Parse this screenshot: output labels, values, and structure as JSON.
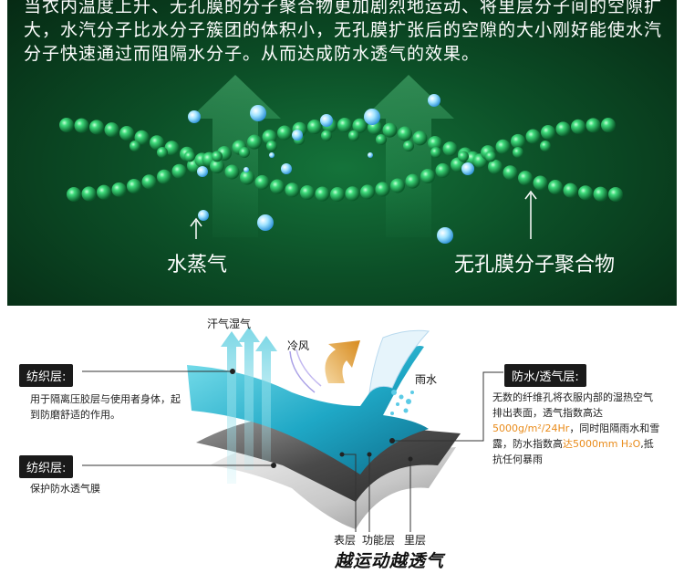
{
  "intro_lines": [
    "当衣内温度上升、无孔膜的分子聚合物更加剧烈地运动、将里层分子间的空隙扩",
    "大，水汽分子比水分子簇团的体积小，无孔膜扩张后的空隙的大小刚好能使水汽",
    "分子快速通过而阻隔水分子。从而达成防水透气的效果。"
  ],
  "labels": {
    "water_vapor": "水蒸气",
    "polymer": "无孔膜分子聚合物",
    "sweat": "汗气湿气",
    "cold_wind": "冷风",
    "rain": "雨水",
    "outer": "表层",
    "function": "功能层",
    "inner": "里层"
  },
  "left_box_1": {
    "title": "纺织层:",
    "desc": "用于隔离压胶层与使用者身体，起到防磨舒适的作用。"
  },
  "left_box_2": {
    "title": "纺织层:",
    "desc": "保护防水透气膜"
  },
  "right_box": {
    "title": "防水/透气层:",
    "desc_1": "无数的纤维孔将衣服内部的湿热空气排出表面，透气指数高达",
    "highlight_1": "5000g/m²/24Hr",
    "desc_2": "，同时阻隔雨水和雪露，防水指数高",
    "highlight_2": "达5000mm H₂O",
    "desc_3": ",抵抗任何暴雨"
  },
  "slogan": "越运动越透气",
  "colors": {
    "bg_green": "#0c4f27",
    "bead": "#2ec96a",
    "membrane": "#23a9c4",
    "highlight": "#e98b1a"
  }
}
